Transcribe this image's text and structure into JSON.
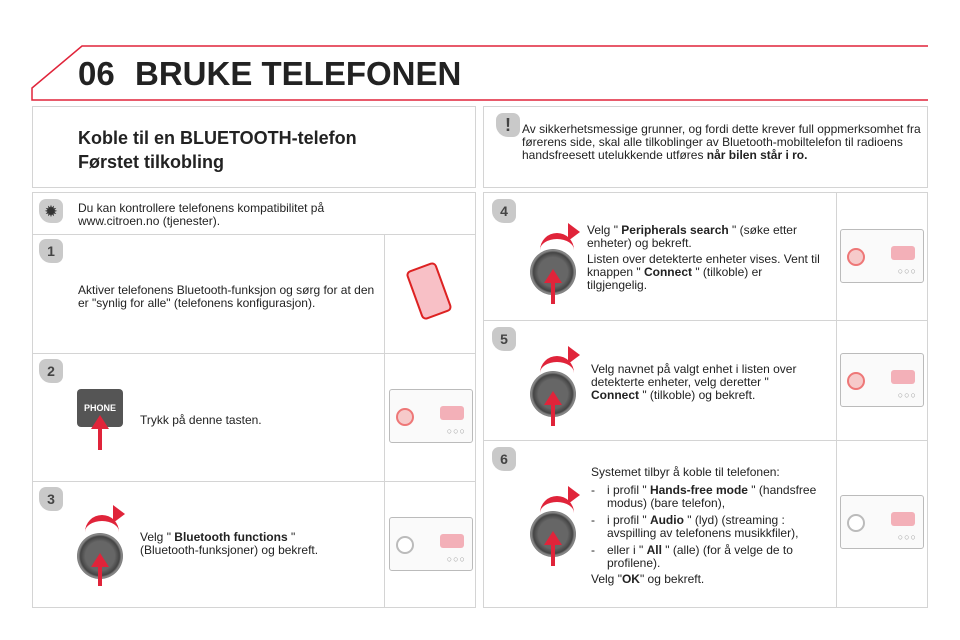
{
  "header": {
    "number": "06",
    "title": "BRUKE TELEFONEN"
  },
  "intro": {
    "title_line1": "Koble til en BLUETOOTH-telefon",
    "title_line2": "Førstet tilkobling"
  },
  "warning": {
    "icon": "exclamation-icon",
    "badge": "!",
    "text": "Av sikkerhetsmessige grunner, og fordi dette krever full oppmerksomhet fra førerens side, skal alle tilkoblinger av Bluetooth-mobiltelefon til radioens handsfreesett utelukkende utføres ",
    "bold": "når bilen står i ro."
  },
  "tip": {
    "icon": "lightbulb-icon",
    "text": "Du kan kontrollere telefonens kompatibilitet på www.citroen.no (tjenester)."
  },
  "steps": [
    {
      "num": "1",
      "text": "Aktiver telefonens Bluetooth-funksjon og sørg for at den er \"synlig for alle\" (telefonens konfigurasjon)."
    },
    {
      "num": "2",
      "text": "Trykk på denne tasten.",
      "key_label": "PHONE"
    },
    {
      "num": "3",
      "pre": "Velg \" ",
      "bold": "Bluetooth functions",
      "post": " \" (Bluetooth-funksjoner) og bekreft."
    },
    {
      "num": "4",
      "pre": "Velg \" ",
      "bold": "Peripherals search",
      "post": " \" (søke etter enheter) og bekreft.",
      "p2": "Listen over detekterte enheter vises.",
      "p3pre": "Vent til knappen \" ",
      "p3bold": "Connect",
      "p3post": " \" (tilkoble) er tilgjengelig."
    },
    {
      "num": "5",
      "pre": "Velg navnet på valgt enhet i listen over detekterte enheter, velg deretter \" ",
      "bold": "Connect",
      "post": " \" (tilkoble) og bekreft."
    },
    {
      "num": "6",
      "intro": "Systemet tilbyr å koble til telefonen:",
      "options": [
        {
          "dash": "-",
          "pre": "i profil \" ",
          "bold": "Hands-free mode",
          "post": " \" (handsfree modus) (bare telefon),"
        },
        {
          "dash": "-",
          "pre": "i profil \" ",
          "bold": "Audio",
          "post": " \" (lyd) (streaming : avspilling av telefonens musikkfiler),"
        },
        {
          "dash": "-",
          "pre": "eller i \" ",
          "bold": "All",
          "post": " \" (alle) (for å velge de to profilene)."
        }
      ],
      "outro_pre": "Velg \"",
      "outro_bold": "OK",
      "outro_post": "\" og bekreft."
    }
  ],
  "colors": {
    "accent": "#e0243a",
    "border": "#d4d4d4"
  }
}
